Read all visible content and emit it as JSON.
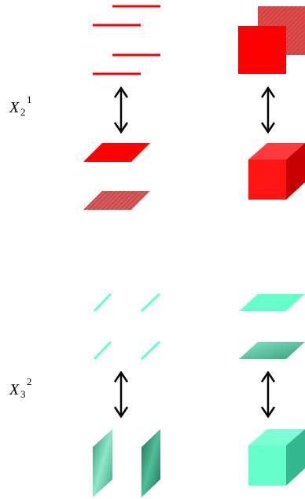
{
  "labels": {
    "group1": {
      "base": "X",
      "sub": "2",
      "sup": "1"
    },
    "group2": {
      "base": "X",
      "sub": "3",
      "sup": "2"
    }
  },
  "colors": {
    "red": "#ff0000",
    "red_shadow": "#c80000",
    "red_hatched": "#d44a4a",
    "teal": "#66ffcc",
    "teal_dark": "#2e9977",
    "arrow": "#000000"
  }
}
